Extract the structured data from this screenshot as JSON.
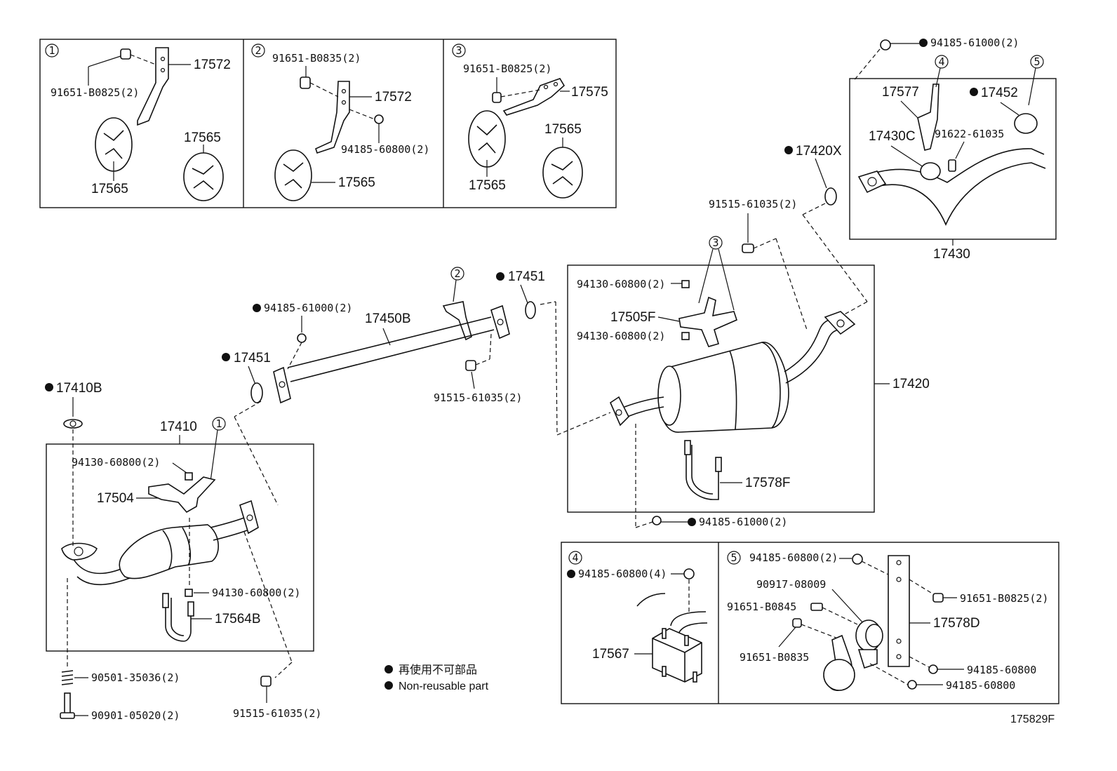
{
  "figure_id": "175829F",
  "legend": {
    "jp": "再使用不可部品",
    "en": "Non-reusable part"
  },
  "insets": {
    "i1": {
      "no": "1",
      "bracket": "17572",
      "bolt": "91651-B0825(2)",
      "hanger_a": "17565",
      "hanger_b": "17565"
    },
    "i2": {
      "no": "2",
      "bolt": "91651-B0835(2)",
      "bracket": "17572",
      "nut": "94185-60800(2)",
      "hanger": "17565"
    },
    "i3": {
      "no": "3",
      "bolt": "91651-B0825(2)",
      "bracket": "17575",
      "hanger_a": "17565",
      "hanger_b": "17565"
    },
    "i4": {
      "no": "4",
      "nut": "94185-60800(4)",
      "mount": "17567"
    },
    "i5": {
      "no": "5",
      "nut_top": "94185-60800(2)",
      "damper": "90917-08009",
      "bolt_a": "91651-B0845",
      "bolt_b": "91651-B0835",
      "bolt_c": "91651-B0825(2)",
      "bracket": "17578D",
      "nut_a": "94185-60800",
      "nut_b": "94185-60800"
    },
    "tail": {
      "nut": "94185-61000(2)",
      "bracket": "17577",
      "hanger_no": "4",
      "clamp_no": "5",
      "clamp": "17452",
      "sub": "17430C",
      "bolt": "91622-61035",
      "assy": "17430"
    }
  },
  "main": {
    "gasket_17420x": "17420X",
    "bolt_mid": "91515-61035(2)",
    "callout_3": "3",
    "nut_1": "94130-60800(2)",
    "bracket_17505f": "17505F",
    "nut_2": "94130-60800(2)",
    "muffler": "17420",
    "clamp": "17578F",
    "nut_bottom": "94185-61000(2)",
    "callout_2": "2",
    "gasket_a": "17451",
    "gasket_b": "17451",
    "nut_front": "94185-61000(2)",
    "pipe": "17450B",
    "bolt_front": "91515-61035(2)",
    "gasket_17410b": "17410B",
    "conv": "17410",
    "callout_1": "1",
    "conv_nut_a": "94130-60800(2)",
    "bracket_17504": "17504",
    "conv_nut_b": "94130-60800(2)",
    "conv_clamp": "17564B",
    "spring": "90501-35036(2)",
    "stud": "90901-05020(2)",
    "bolt_low": "91515-61035(2)"
  }
}
